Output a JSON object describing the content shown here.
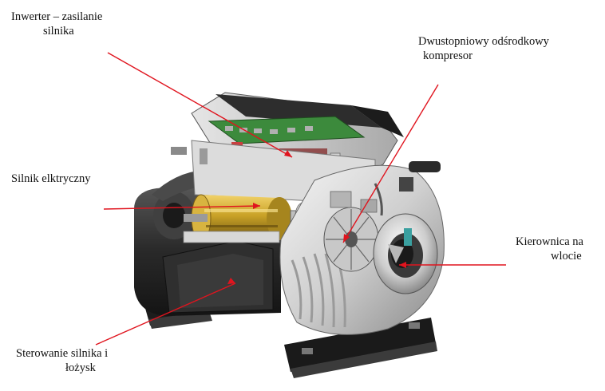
{
  "labels": {
    "inverter": {
      "line1": "Inwerter – zasilanie",
      "line2": "silnika"
    },
    "compressor": {
      "line1": "Dwustopniowy odśrodkowy",
      "line2": "kompresor"
    },
    "motor": {
      "line1": "Silnik elktryczny"
    },
    "inlet_vanes": {
      "line1": "Kierownica na",
      "line2": "wlocie"
    },
    "bearing_control": {
      "line1": "Sterowanie silnika i",
      "line2": "łożysk"
    }
  },
  "colors": {
    "callout_line": "#e0141e",
    "housing_dark": "#2b2b2b",
    "housing_light": "#d9d9d9",
    "motor_winding": "#c9a227",
    "circuit_board": "#3c8a3c"
  }
}
